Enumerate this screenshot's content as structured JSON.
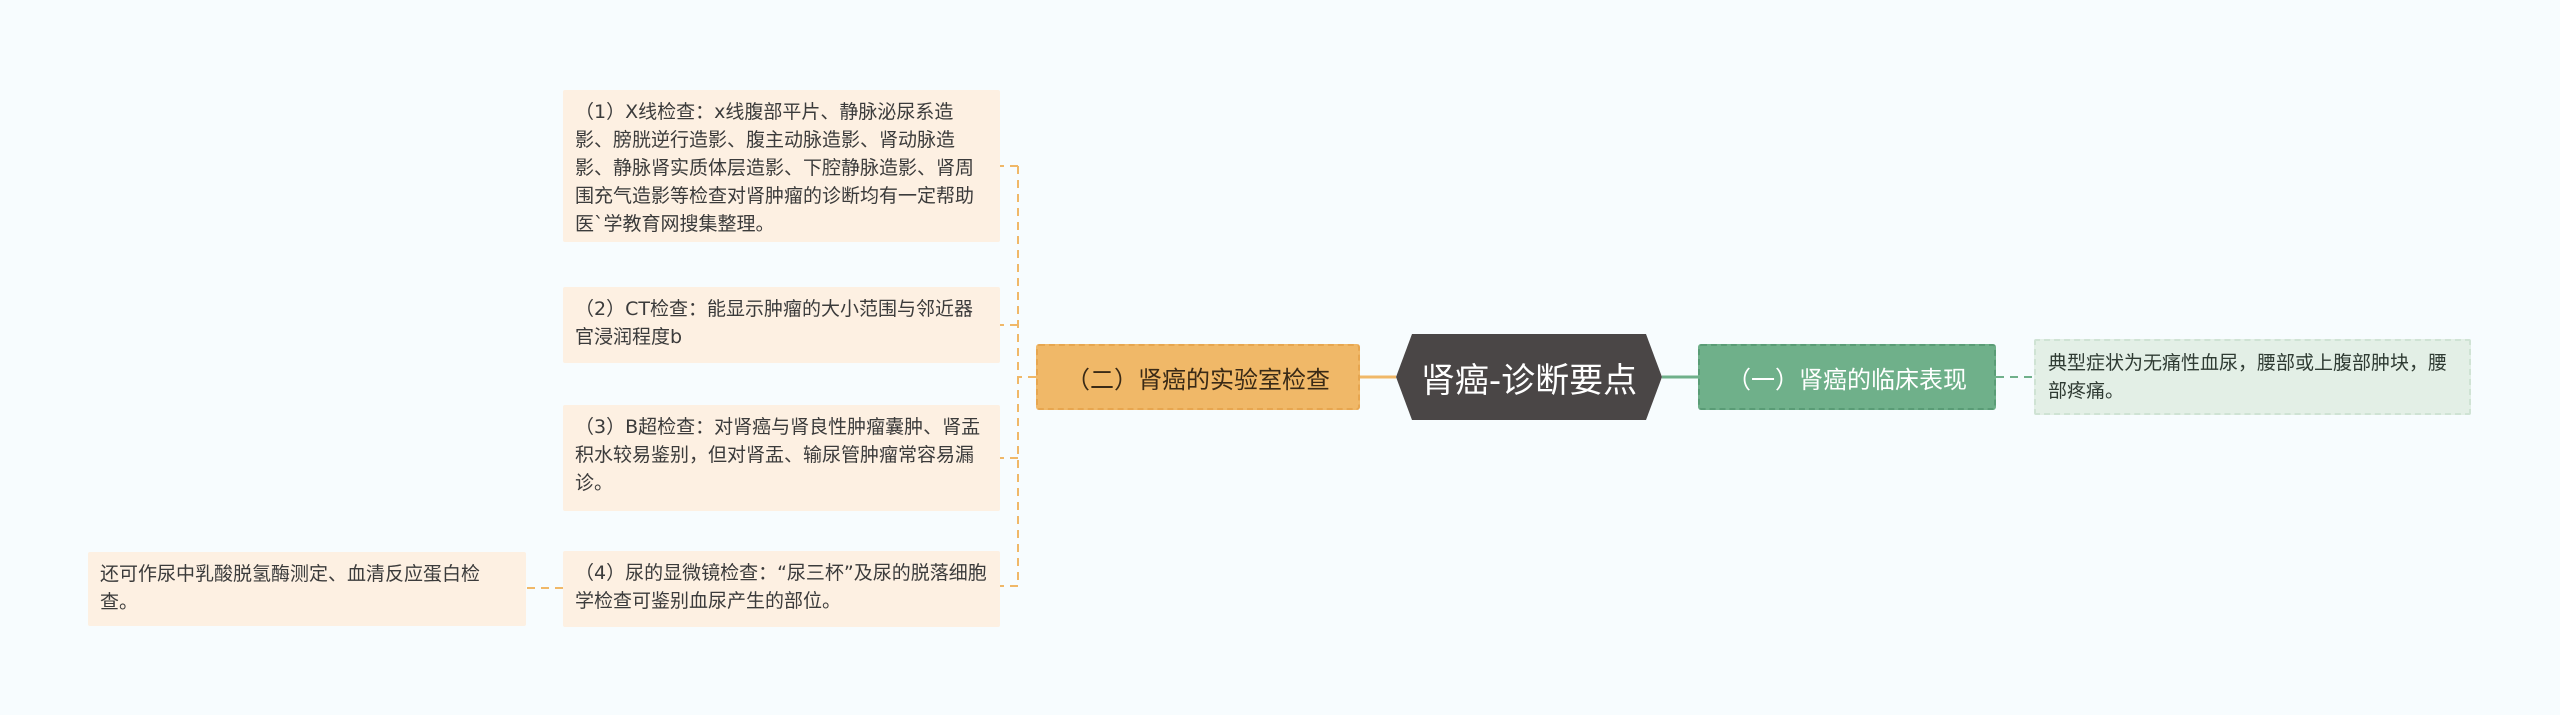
{
  "root": {
    "label": "肾癌-诊断要点"
  },
  "branches": {
    "lab": {
      "label": "（二）肾癌的实验室检查"
    },
    "clinical": {
      "label": "（一）肾癌的临床表现"
    }
  },
  "leaves": {
    "xray": "（1）X线检查：x线腹部平片、静脉泌尿系造影、膀胱逆行造影、腹主动脉造影、肾动脉造影、静脉肾实质体层造影、下腔静脉造影、肾周围充气造影等检查对肾肿瘤的诊断均有一定帮助医`学教育网搜集整理。",
    "ct": "（2）CT检查：能显示肿瘤的大小范围与邻近器官浸润程度b",
    "bus": "（3）B超检查：对肾癌与肾良性肿瘤囊肿、肾盂积水较易鉴别，但对肾盂、输尿管肿瘤常容易漏诊。",
    "urine": "（4）尿的显微镜检查：“尿三杯”及尿的脱落细胞学检查可鉴别血尿产生的部位。",
    "urine_extra": "还可作尿中乳酸脱氢酶测定、血清反应蛋白检查。",
    "symptom": "典型症状为无痛性血尿，腰部或上腹部肿块，腰部疼痛。"
  },
  "colors": {
    "background": "#f7fcfe",
    "root": "#4a4646",
    "orange_branch": "#f0b868",
    "green_branch": "#6fb08a",
    "leaf_orange": "#fdf0e2",
    "leaf_green": "#e3efe6",
    "connector_orange": "#f0b868",
    "connector_green": "#6fb08a"
  }
}
